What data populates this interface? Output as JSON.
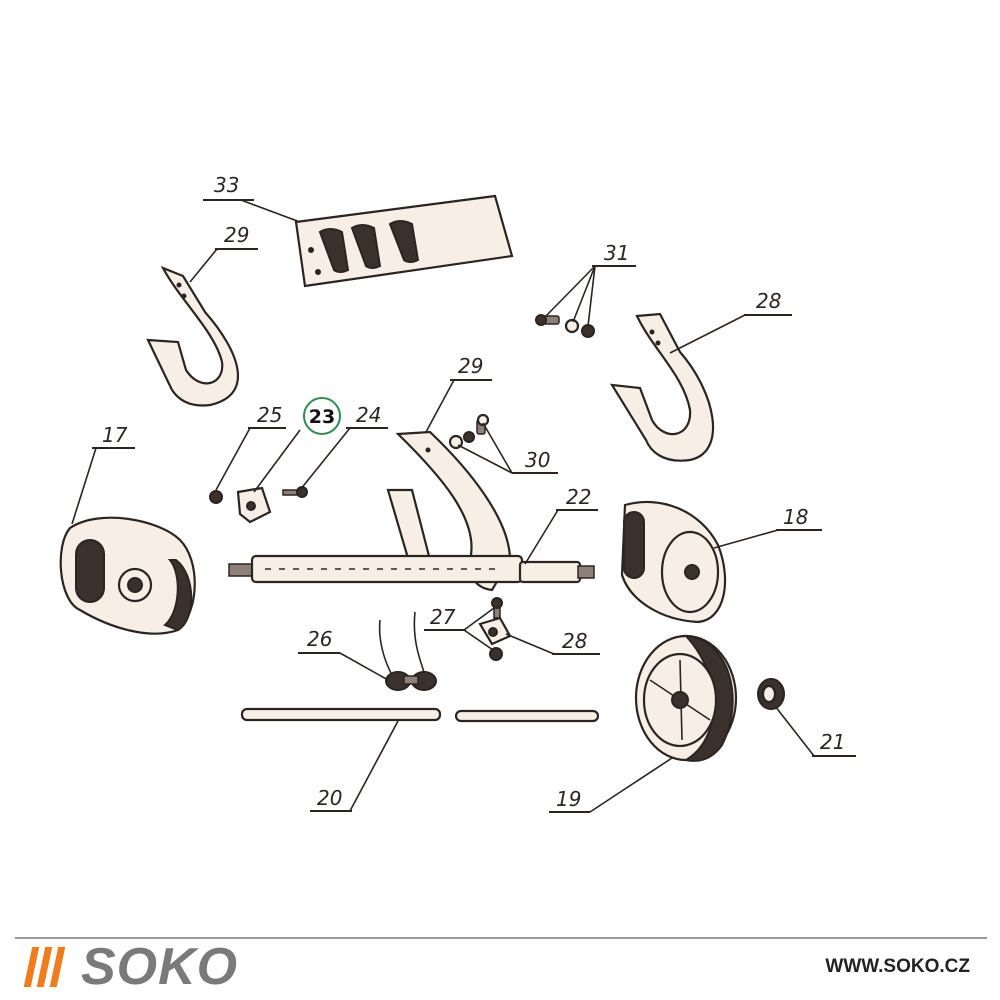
{
  "diagram": {
    "labels": [
      {
        "id": "33",
        "text": "33"
      },
      {
        "id": "29a",
        "text": "29"
      },
      {
        "id": "31",
        "text": "31"
      },
      {
        "id": "28a",
        "text": "28"
      },
      {
        "id": "29b",
        "text": "29"
      },
      {
        "id": "25",
        "text": "25"
      },
      {
        "id": "23",
        "text": "23"
      },
      {
        "id": "24",
        "text": "24"
      },
      {
        "id": "30",
        "text": "30"
      },
      {
        "id": "17",
        "text": "17"
      },
      {
        "id": "22",
        "text": "22"
      },
      {
        "id": "18",
        "text": "18"
      },
      {
        "id": "27",
        "text": "27"
      },
      {
        "id": "28b",
        "text": "28"
      },
      {
        "id": "26",
        "text": "26"
      },
      {
        "id": "21",
        "text": "21"
      },
      {
        "id": "20",
        "text": "20"
      },
      {
        "id": "19",
        "text": "19"
      }
    ],
    "highlighted_part": "23",
    "highlight_color": "#2e8b57"
  },
  "footer": {
    "brand": "SOKO",
    "url": "WWW.SOKO.CZ",
    "accent_color": "#f07c1e",
    "brand_color": "#7a7a7a"
  }
}
